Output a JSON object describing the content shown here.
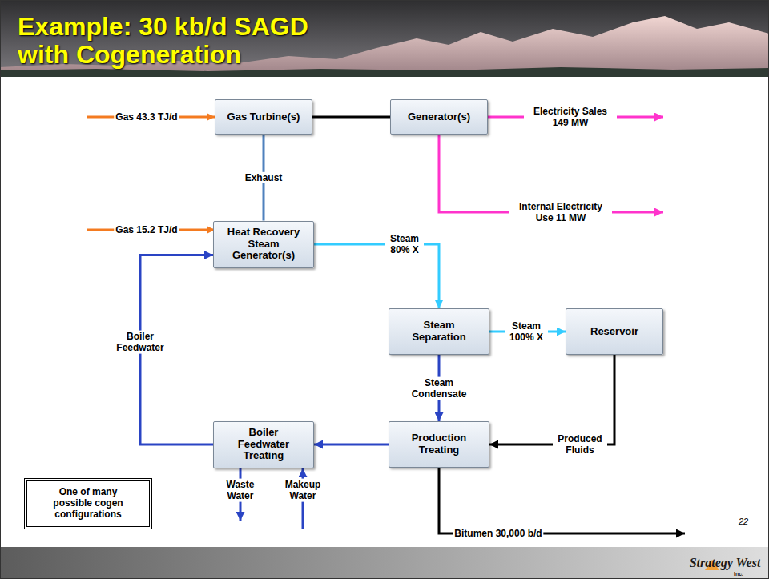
{
  "diagram": {
    "title": "Example: 30 kb/d SAGD with Cogeneration",
    "nodes": [
      {
        "text": [
          "Gas Turbine(s)"
        ]
      },
      {
        "text": [
          "Generator(s)"
        ]
      },
      {
        "text": [
          "Heat Recovery Steam Generator(s)"
        ]
      },
      {
        "text": [
          "Steam Separation"
        ]
      },
      {
        "text": [
          "Reservoir"
        ]
      },
      {
        "text": [
          "Boiler Feedwater Treating"
        ]
      },
      {
        "text": [
          "Production Treating"
        ]
      },
      {
        "text": [
          "One of many possible cogen configurations"
        ]
      }
    ],
    "edges": [
      {
        "from": 0,
        "to": 1,
        "arrow": "none"
      },
      {
        "from": 0,
        "to": 2,
        "label": "Exhaust",
        "arrow": "none"
      },
      {
        "from": 2,
        "to": 3,
        "label": "Steam 80% X",
        "arrow": "to"
      },
      {
        "from": 3,
        "to": 4,
        "label": "Steam 100% X",
        "arrow": "to"
      },
      {
        "from": 3,
        "to": 6,
        "label": "Steam Condensate",
        "arrow": "to"
      },
      {
        "from": 4,
        "to": 6,
        "label": "Produced Fluids",
        "arrow": "to"
      },
      {
        "from": 6,
        "to": 5,
        "arrow": "to"
      },
      {
        "from": 5,
        "to": 2,
        "label": "Boiler Feedwater",
        "arrow": "to"
      }
    ],
    "labels": [
      "Gas 43.3 TJ/d",
      "Electricity Sales 149 MW",
      "Internal Electricity Use 11 MW",
      "Gas 15.2 TJ/d",
      "Waste Water",
      "Makeup Water",
      "Bitumen 30,000 b/d",
      "22",
      "Strategy West",
      "Inc."
    ]
  }
}
